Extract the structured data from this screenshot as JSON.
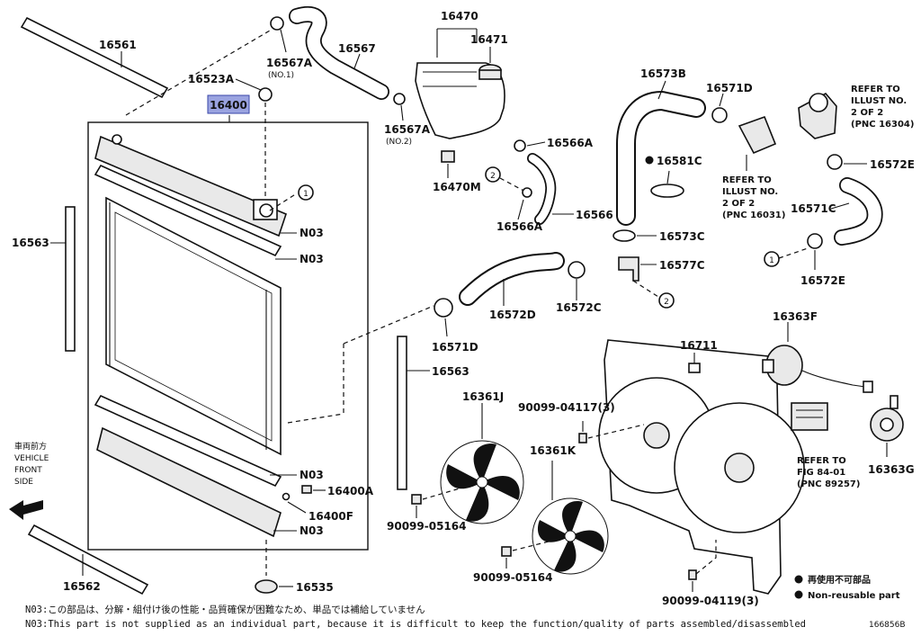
{
  "diagram_id": "166856B",
  "highlight_color": "#9aa3e0",
  "labels": {
    "p16400": "16400",
    "p16561": "16561",
    "p16567A_1": "16567A",
    "p16567A_1_note": "(NO.1)",
    "p16523A": "16523A",
    "p16567": "16567",
    "p16470": "16470",
    "p16471": "16471",
    "p16567A_2": "16567A",
    "p16567A_2_note": "(NO.2)",
    "p16566A_top": "16566A",
    "p16470M": "16470M",
    "p16566": "16566",
    "p16566A_bot": "16566A",
    "p16573B": "16573B",
    "p16571D_top": "16571D",
    "p16581C": "16581C",
    "p16573C": "16573C",
    "p16577C": "16577C",
    "p16572E_top": "16572E",
    "p16571C": "16571C",
    "p16572E_bot": "16572E",
    "p16563_left": "16563",
    "n03_a": "N03",
    "n03_b": "N03",
    "p16572D": "16572D",
    "p16572C": "16572C",
    "p16571D_bot": "16571D",
    "p16563_right": "16563",
    "p16363F": "16363F",
    "p16711": "16711",
    "p16361J": "16361J",
    "bolt_top": "90099-04117(3)",
    "p16361K": "16361K",
    "n03_c": "N03",
    "p16400A": "16400A",
    "p16400F": "16400F",
    "n03_d": "N03",
    "nut_left": "90099-05164",
    "nut_mid": "90099-05164",
    "p16363G": "16363G",
    "p16562": "16562",
    "p16535": "16535",
    "bolt_bottom": "90099-04119(3)"
  },
  "refs": {
    "r1": [
      "REFER TO",
      "ILLUST NO.",
      "2 OF 2",
      "(PNC 16304)"
    ],
    "r2": [
      "REFER TO",
      "ILLUST NO.",
      "2 OF 2",
      "(PNC 16031)"
    ],
    "r3": [
      "REFER TO",
      "FIG 84-01",
      "(PNC 89257)"
    ]
  },
  "callouts": {
    "c1": "1",
    "c2": "2"
  },
  "vehicle": [
    "車両前方",
    "VEHICLE",
    "FRONT",
    "SIDE"
  ],
  "legend": {
    "jp": "再使用不可部品",
    "en": "Non-reusable part"
  },
  "footnotes": {
    "jp": "N03:この部品は、分解・組付け後の性能・品質確保が困難なため、単品では補給していません",
    "en": "N03:This part is not supplied as an individual part, because it is difficult to keep the function/quality of parts assembled/disassembled"
  }
}
